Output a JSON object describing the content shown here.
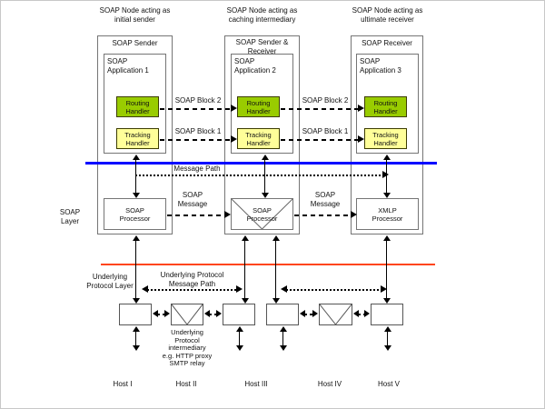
{
  "colors": {
    "routing_handler_bg": "#99CC00",
    "tracking_handler_bg": "#FFFF99",
    "message_path_line": "#0000FF",
    "protocol_layer_line": "#FF4519"
  },
  "nodes": [
    {
      "caption": [
        "SOAP Node acting as",
        "initial sender"
      ],
      "title": "SOAP Sender",
      "application": "SOAP Application 1",
      "routing_handler": "Routing Handler",
      "tracking_handler": "Tracking Handler",
      "processor": "SOAP Processor"
    },
    {
      "caption": [
        "SOAP Node acting as",
        "caching intermediary"
      ],
      "title": "SOAP Sender & Receiver",
      "application": "SOAP Application 2",
      "routing_handler": "Routing Handler",
      "tracking_handler": "Tracking Handler",
      "processor": "SOAP Processor"
    },
    {
      "caption": [
        "SOAP Node acting as",
        "ultimate receiver"
      ],
      "title": "SOAP Receiver",
      "application": "SOAP Application 3",
      "routing_handler": "Routing Handler",
      "tracking_handler": "Tracking Handler",
      "processor": "XMLP Processor"
    }
  ],
  "labels": {
    "soap_block_2": "SOAP Block 2",
    "soap_block_1": "SOAP Block 1",
    "soap_message": "SOAP Message",
    "message_path": "Message Path",
    "soap_layer": "SOAP Layer",
    "underlying_protocol_layer": "Underlying Protocol Layer",
    "underlying_message_path": "Underlying Protocol Message Path"
  },
  "intermediary_note_lines": [
    "Underlying",
    "Protocol",
    "intermediary",
    "e.g. HTTP proxy",
    "SMTP relay"
  ],
  "hosts": [
    "Host I",
    "Host II",
    "Host III",
    "Host IV",
    "Host V"
  ]
}
